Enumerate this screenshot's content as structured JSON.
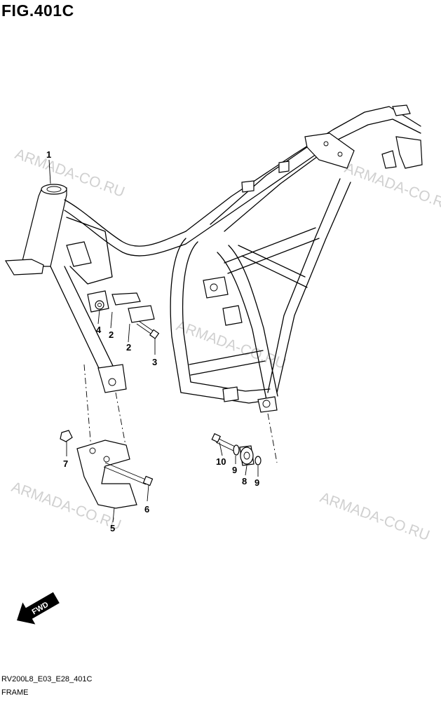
{
  "figure": {
    "title": "FIG.401C",
    "code": "RV200L8_E03_E28_401C",
    "name": "FRAME"
  },
  "watermarks": [
    "ARMADA-CO.RU",
    "ARMADA-CO.RU",
    "ARMADA-CO.RU",
    "ARMADA-CO.RU",
    "ARMADA-CO.RU"
  ],
  "direction_label": "FWD",
  "callouts": [
    "1",
    "2",
    "2",
    "3",
    "4",
    "5",
    "6",
    "7",
    "8",
    "9",
    "9",
    "10"
  ]
}
